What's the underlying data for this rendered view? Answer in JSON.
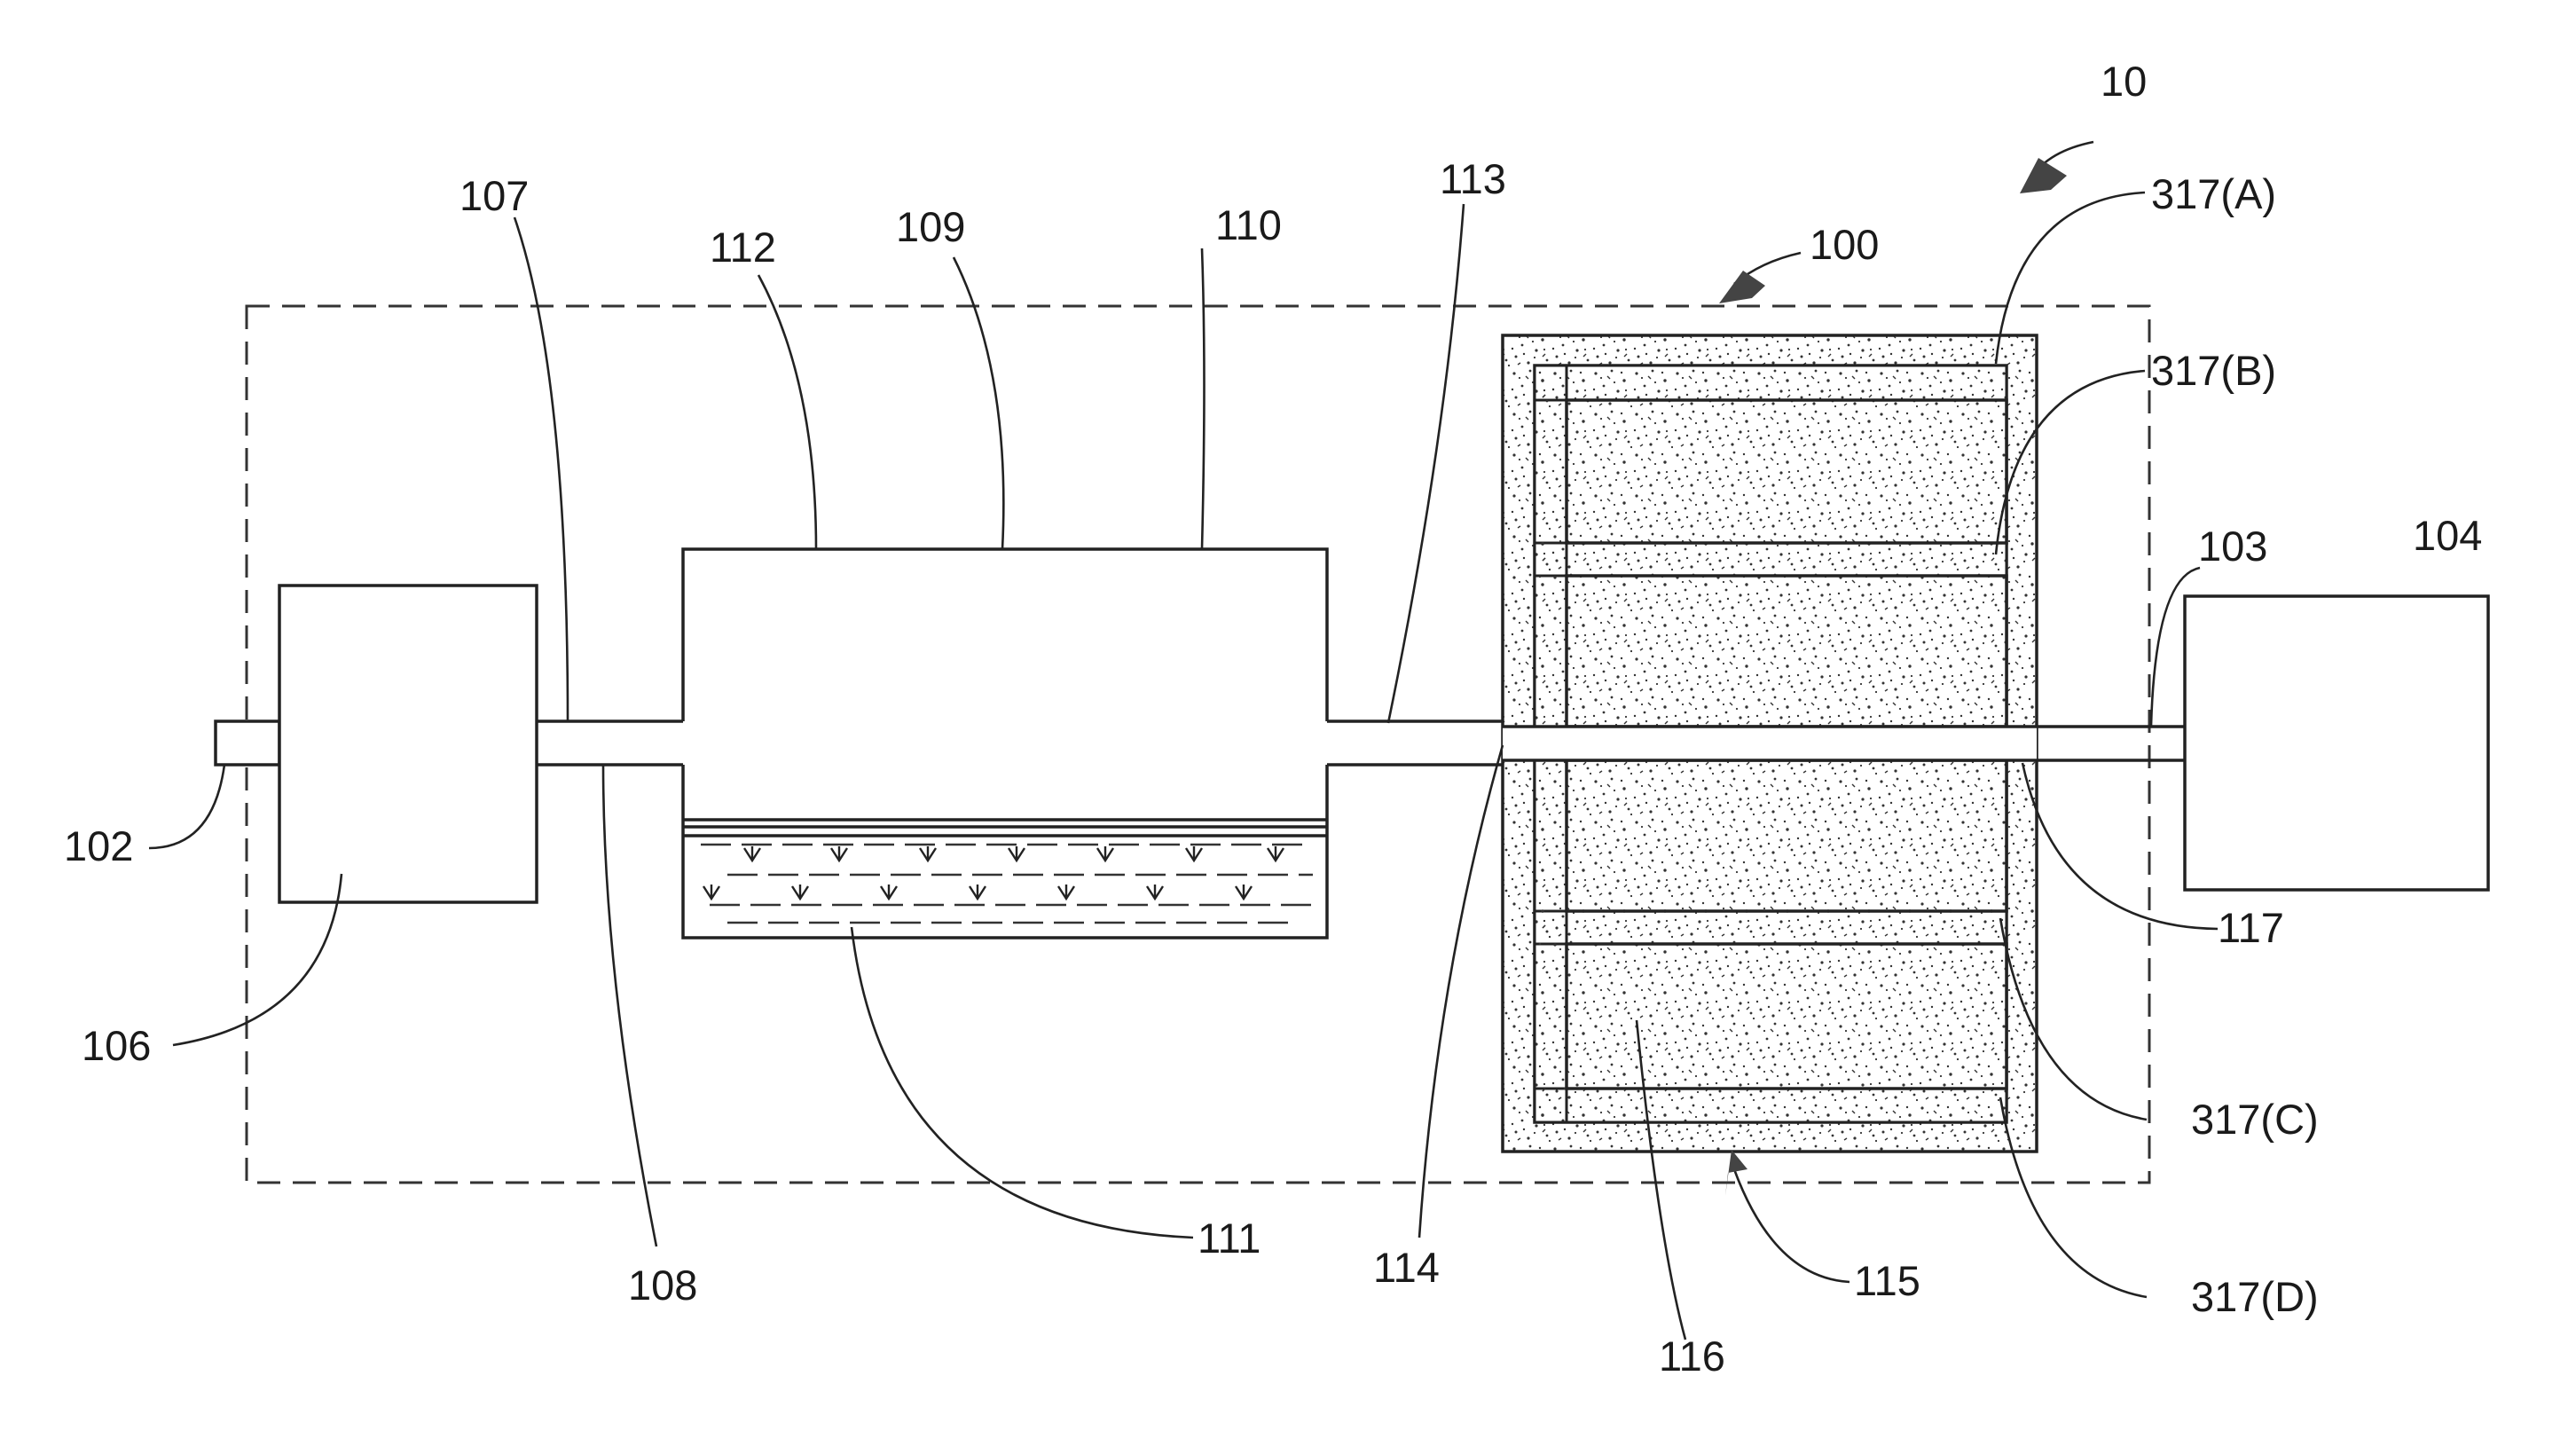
{
  "labels": {
    "system": "10",
    "inlet": "102",
    "outlet": "103",
    "output_unit": "104",
    "source_unit": "106",
    "upper_conduit": "107",
    "lower_conduit": "108",
    "tank_top": "109",
    "tank_wall": "110",
    "liquid": "111",
    "headspace": "112",
    "upper_pipe": "113",
    "lower_pipe": "114",
    "housing": "115",
    "packing": "116",
    "channel": "117",
    "subsystem": "100",
    "baffle_a": "317(A)",
    "baffle_b": "317(B)",
    "baffle_c": "317(C)",
    "baffle_d": "317(D)"
  }
}
